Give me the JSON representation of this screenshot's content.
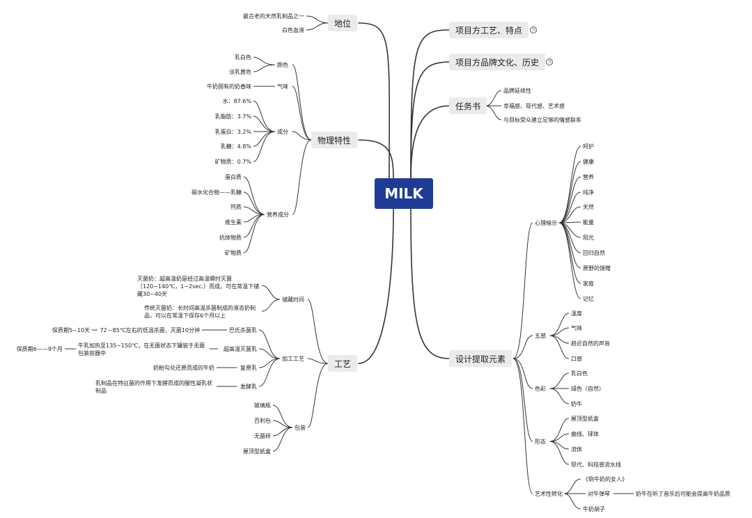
{
  "root": {
    "label": "MILK"
  },
  "left": {
    "status": {
      "label": "地位",
      "items": [
        "最古老的天然乳制品之一",
        "白色血液"
      ]
    },
    "physical": {
      "label": "物理特性",
      "color": {
        "label": "颜色",
        "items": [
          "乳白色",
          "淡乳黄色"
        ]
      },
      "smell": {
        "label": "气味",
        "items": [
          "牛奶固有的奶香味"
        ]
      },
      "composition": {
        "label": "成分",
        "items": [
          "水：87.6%",
          "乳脂肪：3.7%",
          "乳蛋白：3.2%",
          "乳糖：4.8%",
          "矿物质：0.7%"
        ]
      },
      "nutrition": {
        "label": "营养成分",
        "items": [
          "蛋白质",
          "碳水化合物——乳糖",
          "钙质",
          "维生素",
          "抗体物质",
          "矿物质"
        ]
      }
    },
    "process": {
      "label": "工艺",
      "storage": {
        "label": "储藏时间",
        "items": [
          "灭菌奶：超高温奶是经过高温瞬时灭菌（120~140℃，1~2sec.）而成，可在常温下储藏30~40天",
          "传统灭菌奶：长时间高温杀菌制成的液态奶制品，可以在常温下保存6个月以上"
        ]
      },
      "processing": {
        "label": "加工工艺",
        "pasteur": {
          "label": "巴氏杀菌乳",
          "desc": "72－85℃左右的低温杀菌，灭菌10分钟",
          "extra": "保质期5~10天"
        },
        "uht": {
          "label": "超高温灭菌乳",
          "desc": "牛乳加热至135~150℃，在无菌状态下罐装于无菌包装容器中",
          "extra": "保质期6——9个月"
        },
        "recon": {
          "label": "复原乳",
          "desc": "奶粉勾兑还原而成的牛奶"
        },
        "ferment": {
          "label": "发酵乳",
          "desc": "乳制品在特征菌的作用下发酵而成的酸性凝乳状制品"
        }
      },
      "packaging": {
        "label": "包装",
        "items": [
          "玻璃瓶",
          "百利包",
          "无菌砖",
          "屋顶型纸盒"
        ]
      }
    }
  },
  "right": {
    "craft": {
      "label": "项目方工艺、特点",
      "icon": "clock-icon"
    },
    "brand": {
      "label": "项目方品牌文化、历史",
      "icon": "clock-icon"
    },
    "task": {
      "label": "任务书",
      "items": [
        "品牌延续性",
        "幸福感、现代感、艺术感",
        "与目标受众建立足够的情感联系"
      ]
    },
    "design": {
      "label": "设计提取元素",
      "psych": {
        "label": "心理暗示",
        "items": [
          "呵护",
          "健康",
          "营养",
          "纯净",
          "天然",
          "能量",
          "阳光",
          "回归自然",
          "原野的馈赠",
          "家庭",
          "记忆"
        ]
      },
      "senses": {
        "label": "五感",
        "items": [
          "温度",
          "气味",
          "趋近自然的声音",
          "口感"
        ]
      },
      "colors": {
        "label": "色彩",
        "items": [
          "乳白色",
          "绿色（自然）",
          "奶牛"
        ]
      },
      "forms": {
        "label": "形态",
        "items": [
          "屋顶型纸盒",
          "曲线、球体",
          "流体",
          "现代、科技感流水线"
        ]
      },
      "art": {
        "label": "艺术性转化",
        "items": [
          "《倒牛奶的女人》",
          "对牛弹琴",
          "牛奶胡子"
        ],
        "piano_note": "奶牛在听了音乐后可能会提高牛奶品质"
      }
    }
  }
}
